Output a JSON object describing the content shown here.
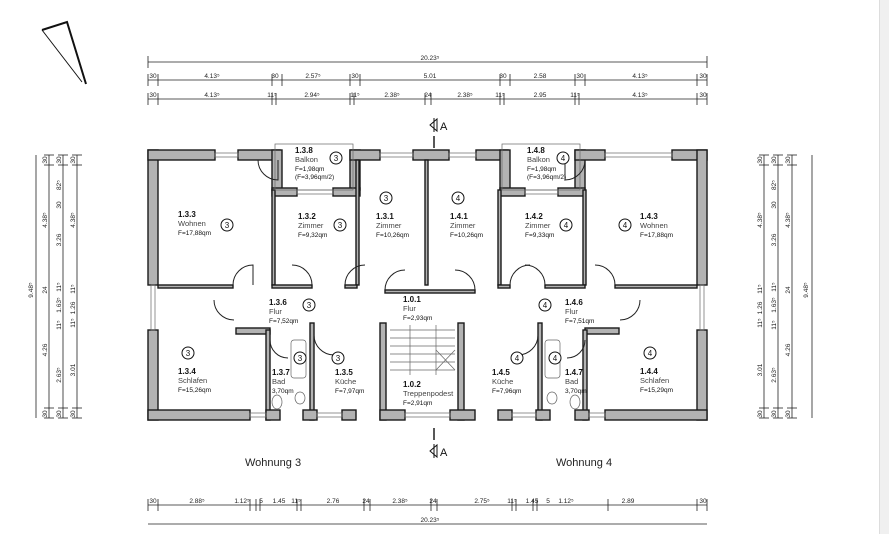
{
  "dims": {
    "top_overall": "20.23⁵",
    "top_row1": [
      "30",
      "4.13⁵",
      "30",
      "2.57⁵",
      "30",
      "5.01",
      "30",
      "2.58",
      "30",
      "4.13⁵",
      "30"
    ],
    "top_row2": [
      "30",
      "4.13⁵",
      "11⁵",
      "2.94⁵",
      "11⁵",
      "2.38⁵",
      "24",
      "2.38⁵",
      "11⁵",
      "2.95",
      "11⁵",
      "4.13⁵",
      "30"
    ],
    "bottom_row": [
      "30",
      "2.88⁵",
      "1.12⁵",
      "5",
      "1.45",
      "11⁵",
      "2.76",
      "24",
      "2.38⁵",
      "24",
      "2.75⁵",
      "11⁵",
      "1.45",
      "5",
      "1.12⁵",
      "2.89",
      "30"
    ],
    "bottom_overall": "20.23⁵",
    "side_overall": "9.48⁵",
    "side_col1": [
      "30",
      "4.38⁵",
      "24",
      "4.26",
      "30"
    ],
    "side_col2": [
      "30",
      "82⁵",
      "30",
      "3.26",
      "11⁵",
      "1.63⁵",
      "11⁵",
      "2.63⁵",
      "30"
    ],
    "side_col3": [
      "30",
      "4.38⁵",
      "11⁵",
      "1.26",
      "11⁵",
      "3.01",
      "30"
    ]
  },
  "section_marks": {
    "top": "A",
    "bottom": "A"
  },
  "rooms": [
    {
      "no": "1.3.8",
      "name": "Balkon",
      "area": "F=1,98qm",
      "area2": "(F=3,96qm/2)",
      "unit": "3"
    },
    {
      "no": "1.3.3",
      "name": "Wohnen",
      "area": "F=17,88qm",
      "unit": "3"
    },
    {
      "no": "1.3.2",
      "name": "Zimmer",
      "area": "F=9,32qm",
      "unit": "3"
    },
    {
      "no": "1.3.1",
      "name": "Zimmer",
      "area": "F=10,26qm",
      "unit": "3"
    },
    {
      "no": "1.4.1",
      "name": "Zimmer",
      "area": "F=10,26qm",
      "unit": "4"
    },
    {
      "no": "1.4.2",
      "name": "Zimmer",
      "area": "F=9,33qm",
      "unit": "4"
    },
    {
      "no": "1.4.3",
      "name": "Wohnen",
      "area": "F=17,88qm",
      "unit": "4"
    },
    {
      "no": "1.4.8",
      "name": "Balkon",
      "area": "F=1,98qm",
      "area2": "(F=3,96qm/2)",
      "unit": "4"
    },
    {
      "no": "1.3.6",
      "name": "Flur",
      "area": "F=7,52qm",
      "unit": "3"
    },
    {
      "no": "1.0.1",
      "name": "Flur",
      "area": "F=2,93qm"
    },
    {
      "no": "1.4.6",
      "name": "Flur",
      "area": "F=7,51qm",
      "unit": "4"
    },
    {
      "no": "1.3.4",
      "name": "Schlafen",
      "area": "F=15,26qm",
      "unit": "3"
    },
    {
      "no": "1.3.7",
      "name": "Bad",
      "area": "3,70qm",
      "unit": "3"
    },
    {
      "no": "1.3.5",
      "name": "Küche",
      "area": "F=7,97qm",
      "unit": "3"
    },
    {
      "no": "1.0.2",
      "name": "Treppenpodest",
      "area": "F=2,91qm"
    },
    {
      "no": "1.4.5",
      "name": "Küche",
      "area": "F=7,96qm",
      "unit": "4"
    },
    {
      "no": "1.4.7",
      "name": "Bad",
      "area": "3,70qm",
      "unit": "4"
    },
    {
      "no": "1.4.4",
      "name": "Schlafen",
      "area": "F=15,29qm",
      "unit": "4"
    }
  ],
  "units": {
    "left": "Wohnung 3",
    "right": "Wohnung 4"
  }
}
